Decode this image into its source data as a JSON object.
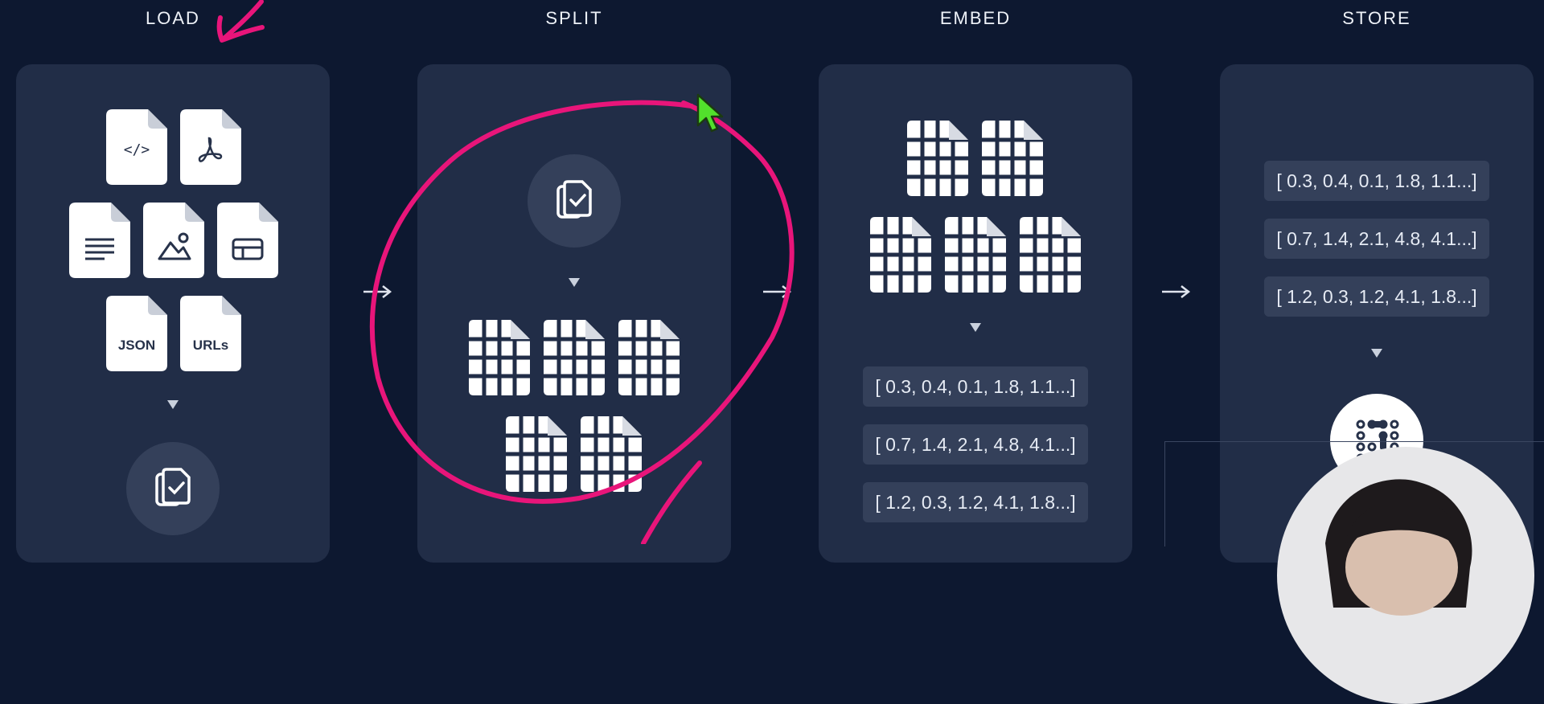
{
  "stages": {
    "load": "LOAD",
    "split": "SPLIT",
    "embed": "EMBED",
    "store": "STORE"
  },
  "load_panel": {
    "json_label": "JSON",
    "urls_label": "URLs"
  },
  "embed_vectors": [
    "[ 0.3, 0.4, 0.1, 1.8, 1.1...]",
    "[ 0.7, 1.4, 2.1, 4.8, 4.1...]",
    "[ 1.2, 0.3, 1.2, 4.1, 1.8...]"
  ],
  "store_vectors": [
    "[ 0.3, 0.4, 0.1, 1.8, 1.1...]",
    "[ 0.7, 1.4, 2.1, 4.8, 4.1...]",
    "[ 1.2, 0.3, 1.2, 4.1, 1.8...]"
  ],
  "colors": {
    "background": "#0d1830",
    "panel": "#212d47",
    "annotation": "#e8157a",
    "cursor": "#52e02c"
  }
}
